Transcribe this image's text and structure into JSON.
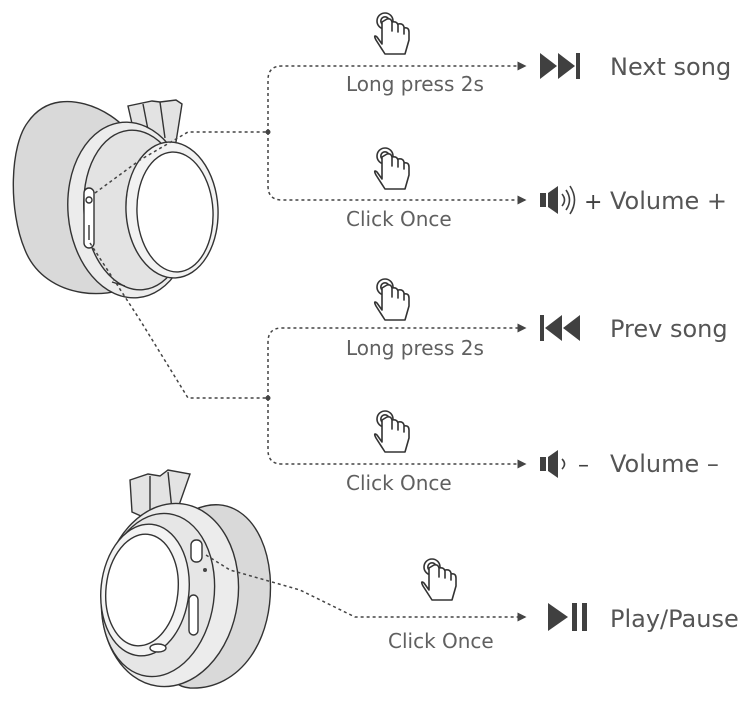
{
  "functions": [
    {
      "id": "next",
      "gesture": "Long press 2s",
      "label": "Next song",
      "icon": "next-track-icon"
    },
    {
      "id": "volup",
      "gesture": "Click Once",
      "label": "Volume +",
      "icon": "volume-up-icon"
    },
    {
      "id": "prev",
      "gesture": "Long press 2s",
      "label": "Prev song",
      "icon": "previous-track-icon"
    },
    {
      "id": "voldn",
      "gesture": "Click Once",
      "label": "Volume –",
      "icon": "volume-down-icon"
    },
    {
      "id": "play",
      "gesture": "Click Once",
      "label": "Play/Pause",
      "icon": "play-pause-icon"
    }
  ],
  "colors": {
    "ink": "#333333",
    "icon_fill": "#404040",
    "cushion": "#d9d9d9",
    "shell": "#e8e8e8",
    "label_text": "#606060"
  }
}
